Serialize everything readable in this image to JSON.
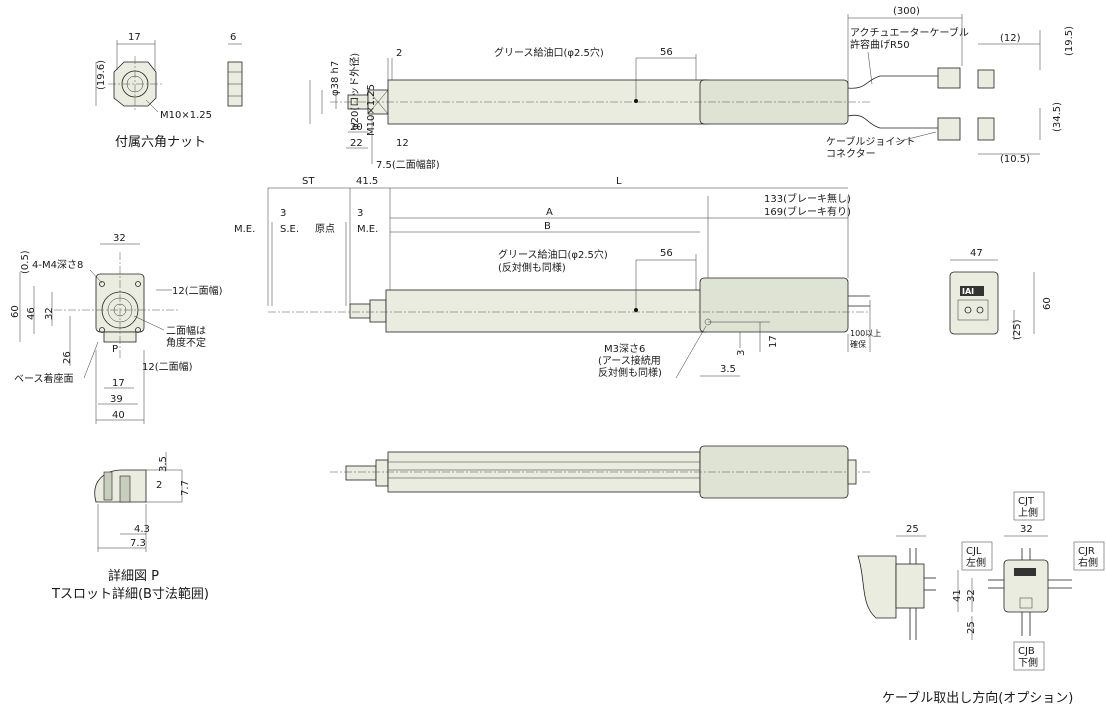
{
  "captions": {
    "nut": "付属六角ナット",
    "detail_p_line1": "詳細図 P",
    "detail_p_line2": "Tスロット詳細(B寸法範囲)",
    "cable_option": "ケーブル取出し方向(オプション)"
  },
  "labels": {
    "grease_port": "グリース給油口(φ2.5穴)",
    "grease_port2": "グリース給油口(φ2.5穴)",
    "grease_note": "(反対側も同様)",
    "actuator_cable_1": "アクチュエーターケーブル",
    "actuator_cable_2": "許容曲げR50",
    "joint_1": "ケーブルジョイント",
    "joint_2": "コネクター",
    "m3_1": "M3深さ6",
    "m3_2": "(アース接続用",
    "m3_3": "反対側も同様)",
    "brake_none": "133(ブレーキ無し)",
    "brake_with": "169(ブレーキ有り)",
    "min100_1": "100以上",
    "min100_2": "確保",
    "tap_4m4": "4-M4深さ8",
    "flat12a": "12(二面幅)",
    "flat12b": "12(二面幅)",
    "flat_angle_1": "二面幅は",
    "flat_angle_2": "角度不定",
    "base_face": "ベース着座面",
    "nut_thread": "M10×1.25",
    "phi38": "φ38 h7",
    "phi20": "φ20(ロッド外径)",
    "m10": "M10×1.25",
    "flat75": "7.5(二面幅部)",
    "me1": "M.E.",
    "se": "S.E.",
    "origin": "原点",
    "me2": "M.E.",
    "p_mark": "P",
    "logo": "IAI",
    "cjt_1": "CJT",
    "cjt_2": "上側",
    "cjl_1": "CJL",
    "cjl_2": "左側",
    "cjr_1": "CJR",
    "cjr_2": "右側",
    "cjb_1": "CJB",
    "cjb_2": "下側"
  },
  "dims": {
    "nut_17": "17",
    "nut_6": "6",
    "nut_19_6": "(19.6)",
    "top_2": "2",
    "top_56": "56",
    "top_300": "(300)",
    "top_12p": "(12)",
    "top_19_5": "(19.5)",
    "top_20": "20",
    "top_22": "22",
    "top_12": "12",
    "top_34_5": "(34.5)",
    "top_10_5": "(10.5)",
    "st": "ST",
    "d41_5": "41.5",
    "L": "L",
    "s3a": "3",
    "s3b": "3",
    "A": "A",
    "B": "B",
    "mid_56": "56",
    "d17": "17",
    "d3": "3",
    "d3_5": "3.5",
    "fr_32": "32",
    "fr_0_5": "(0.5)",
    "fr_60": "60",
    "fr_46": "46",
    "fr_32v": "32",
    "fr_26": "26",
    "fr_17": "17",
    "fr_39": "39",
    "fr_40": "40",
    "p_3_5": "3.5",
    "p_2": "2",
    "p_7_7": "7.7",
    "p_4_3": "4.3",
    "p_7_3": "7.3",
    "rv_47": "47",
    "rv_60": "60",
    "rv_25": "(25)",
    "op_25": "25",
    "op_32": "32",
    "op_41": "41",
    "op_32v": "32",
    "op_25v": "25"
  }
}
